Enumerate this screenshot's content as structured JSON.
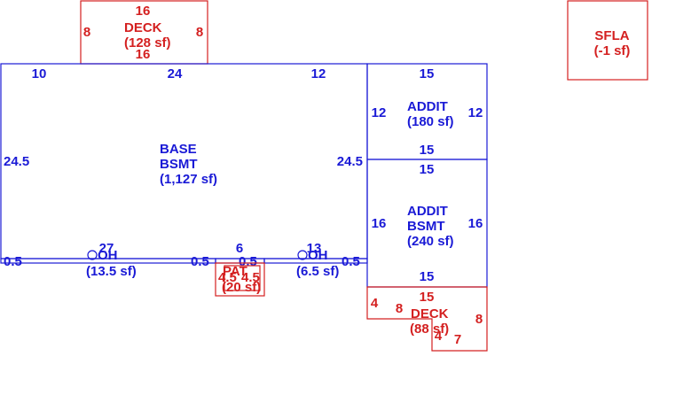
{
  "colors": {
    "blue": "#1a1ad6",
    "red": "#d42020"
  },
  "areas": {
    "deck_top": {
      "name": "DECK",
      "sf": "(128 sf)",
      "dim_top": "16",
      "dim_bottom": "16",
      "dim_left": "8",
      "dim_right": "8"
    },
    "sfla": {
      "name": "SFLA",
      "sf": "(-1 sf)"
    },
    "base": {
      "name_line1": "BASE",
      "name_line2": "BSMT",
      "sf": "(1,127 sf)",
      "dim_top_a": "10",
      "dim_top_b": "24",
      "dim_top_c": "12",
      "dim_left": "24.5",
      "dim_right": "24.5"
    },
    "addit1": {
      "name": "ADDIT",
      "sf": "(180 sf)",
      "dim_top": "15",
      "dim_bottom": "15",
      "dim_left": "12",
      "dim_right": "12"
    },
    "addit2": {
      "name_line1": "ADDIT",
      "name_line2": "BSMT",
      "sf": "(240 sf)",
      "dim_top": "15",
      "dim_bottom": "15",
      "dim_left": "16",
      "dim_right": "16"
    },
    "oh_left": {
      "name": "OH",
      "sf": "(13.5 sf)",
      "dim_top": "27",
      "dim_left": "0.5",
      "dim_right": "0.5"
    },
    "oh_right": {
      "name": "OH",
      "sf": "(6.5 sf)",
      "dim_top": "13",
      "dim_left": "0.5",
      "dim_right": "0.5"
    },
    "pat": {
      "name": "PAT",
      "sf": "(20 sf)",
      "dim_top": "6",
      "dim_left": "4.5",
      "dim_right": "4.5"
    },
    "deck_bottom": {
      "name": "DECK",
      "sf": "(88 sf)",
      "dim_top": "15",
      "dim_a": "4",
      "dim_b": "8",
      "dim_c": "8",
      "dim_d": "4",
      "dim_e": "7"
    }
  }
}
